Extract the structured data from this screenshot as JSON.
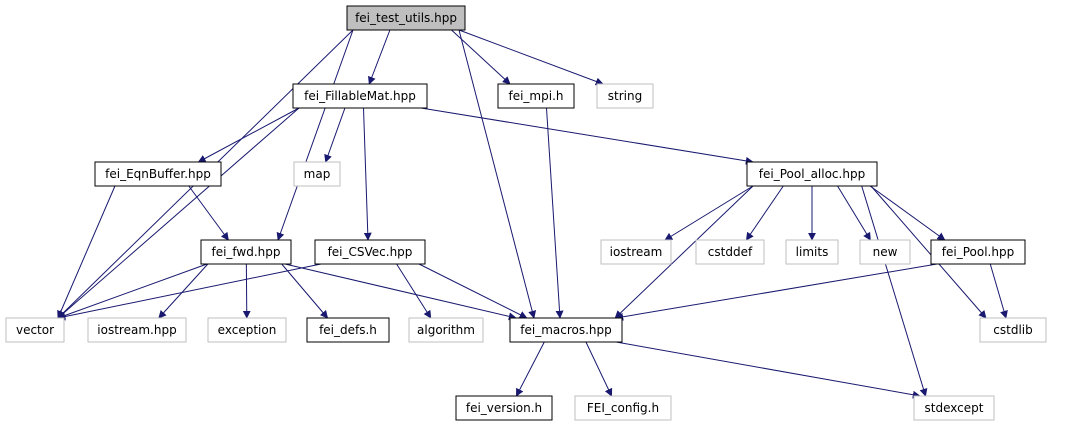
{
  "nodes": [
    {
      "id": "root",
      "label": "fei_test_utils.hpp",
      "kind": "root"
    },
    {
      "id": "fillmat",
      "label": "fei_FillableMat.hpp",
      "kind": "file"
    },
    {
      "id": "mpi",
      "label": "fei_mpi.h",
      "kind": "file"
    },
    {
      "id": "string",
      "label": "string",
      "kind": "external"
    },
    {
      "id": "eqnbuf",
      "label": "fei_EqnBuffer.hpp",
      "kind": "file"
    },
    {
      "id": "map",
      "label": "map",
      "kind": "external"
    },
    {
      "id": "poolalloc",
      "label": "fei_Pool_alloc.hpp",
      "kind": "file"
    },
    {
      "id": "fwd",
      "label": "fei_fwd.hpp",
      "kind": "file"
    },
    {
      "id": "csvec",
      "label": "fei_CSVec.hpp",
      "kind": "file"
    },
    {
      "id": "iostream",
      "label": "iostream",
      "kind": "external"
    },
    {
      "id": "cstddef",
      "label": "cstddef",
      "kind": "external"
    },
    {
      "id": "limits",
      "label": "limits",
      "kind": "external"
    },
    {
      "id": "new",
      "label": "new",
      "kind": "external"
    },
    {
      "id": "pool",
      "label": "fei_Pool.hpp",
      "kind": "file"
    },
    {
      "id": "vector",
      "label": "vector",
      "kind": "external"
    },
    {
      "id": "iostreamhpp",
      "label": "iostream.hpp",
      "kind": "external"
    },
    {
      "id": "exception",
      "label": "exception",
      "kind": "external"
    },
    {
      "id": "defs",
      "label": "fei_defs.h",
      "kind": "file"
    },
    {
      "id": "algorithm",
      "label": "algorithm",
      "kind": "external"
    },
    {
      "id": "macros",
      "label": "fei_macros.hpp",
      "kind": "file"
    },
    {
      "id": "cstdlib",
      "label": "cstdlib",
      "kind": "external"
    },
    {
      "id": "version",
      "label": "fei_version.h",
      "kind": "file"
    },
    {
      "id": "config",
      "label": "FEI_config.h",
      "kind": "external"
    },
    {
      "id": "stdexcept",
      "label": "stdexcept",
      "kind": "external"
    }
  ],
  "edges": [
    {
      "from": "root",
      "to": "vector"
    },
    {
      "from": "root",
      "to": "fillmat"
    },
    {
      "from": "root",
      "to": "fwd"
    },
    {
      "from": "root",
      "to": "macros"
    },
    {
      "from": "root",
      "to": "mpi"
    },
    {
      "from": "root",
      "to": "string"
    },
    {
      "from": "fillmat",
      "to": "vector"
    },
    {
      "from": "fillmat",
      "to": "eqnbuf"
    },
    {
      "from": "fillmat",
      "to": "map"
    },
    {
      "from": "fillmat",
      "to": "csvec"
    },
    {
      "from": "fillmat",
      "to": "poolalloc"
    },
    {
      "from": "mpi",
      "to": "macros"
    },
    {
      "from": "eqnbuf",
      "to": "fwd"
    },
    {
      "from": "eqnbuf",
      "to": "vector"
    },
    {
      "from": "poolalloc",
      "to": "macros"
    },
    {
      "from": "poolalloc",
      "to": "iostream"
    },
    {
      "from": "poolalloc",
      "to": "cstddef"
    },
    {
      "from": "poolalloc",
      "to": "limits"
    },
    {
      "from": "poolalloc",
      "to": "new"
    },
    {
      "from": "poolalloc",
      "to": "pool"
    },
    {
      "from": "poolalloc",
      "to": "cstdlib"
    },
    {
      "from": "poolalloc",
      "to": "stdexcept"
    },
    {
      "from": "fwd",
      "to": "vector"
    },
    {
      "from": "fwd",
      "to": "iostreamhpp"
    },
    {
      "from": "fwd",
      "to": "exception"
    },
    {
      "from": "fwd",
      "to": "defs"
    },
    {
      "from": "fwd",
      "to": "macros"
    },
    {
      "from": "csvec",
      "to": "vector"
    },
    {
      "from": "csvec",
      "to": "algorithm"
    },
    {
      "from": "csvec",
      "to": "macros"
    },
    {
      "from": "pool",
      "to": "macros"
    },
    {
      "from": "pool",
      "to": "cstdlib"
    },
    {
      "from": "macros",
      "to": "version"
    },
    {
      "from": "macros",
      "to": "config"
    },
    {
      "from": "macros",
      "to": "stdexcept"
    }
  ],
  "colors": {
    "edge": "#191970",
    "root_fill": "#bfbfbf",
    "file_border": "#000000",
    "external_border": "#bfbfbf",
    "box_fill": "#ffffff",
    "text": "#000000"
  }
}
